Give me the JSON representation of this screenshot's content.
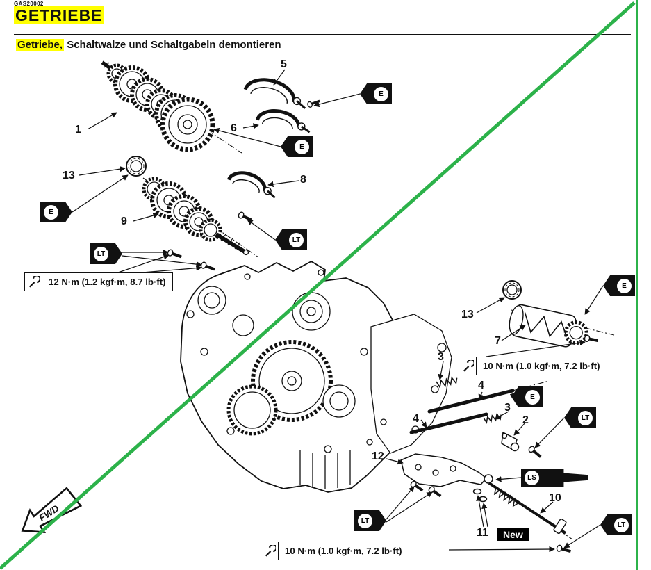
{
  "page": {
    "code": "GAS20002",
    "title": "GETRIEBE",
    "subtitle_highlight": "Getriebe,",
    "subtitle_rest": " Schaltwalze und Schaltgabeln demontieren"
  },
  "colors": {
    "highlight": "#ffff00",
    "green_line": "#2cb24a",
    "ink": "#111111"
  },
  "torque_specs": [
    {
      "label": "12 N·m (1.2 kgf·m, 8.7 lb·ft)"
    },
    {
      "label": "10 N·m (1.0 kgf·m, 7.2 lb·ft)"
    },
    {
      "label": "10 N·m (1.0 kgf·m, 7.2 lb·ft)"
    }
  ],
  "callouts": {
    "c1": "1",
    "c2": "2",
    "c3a": "3",
    "c3b": "3",
    "c4a": "4",
    "c4b": "4",
    "c5": "5",
    "c6": "6",
    "c7": "7",
    "c8": "8",
    "c9": "9",
    "c10": "10",
    "c11": "11",
    "c12": "12",
    "c13a": "13",
    "c13b": "13"
  },
  "flags": {
    "engine_oil": "E",
    "threadlock": "LT",
    "grease": "LS"
  },
  "labels": {
    "new_tag": "New",
    "fwd": "FWD"
  }
}
